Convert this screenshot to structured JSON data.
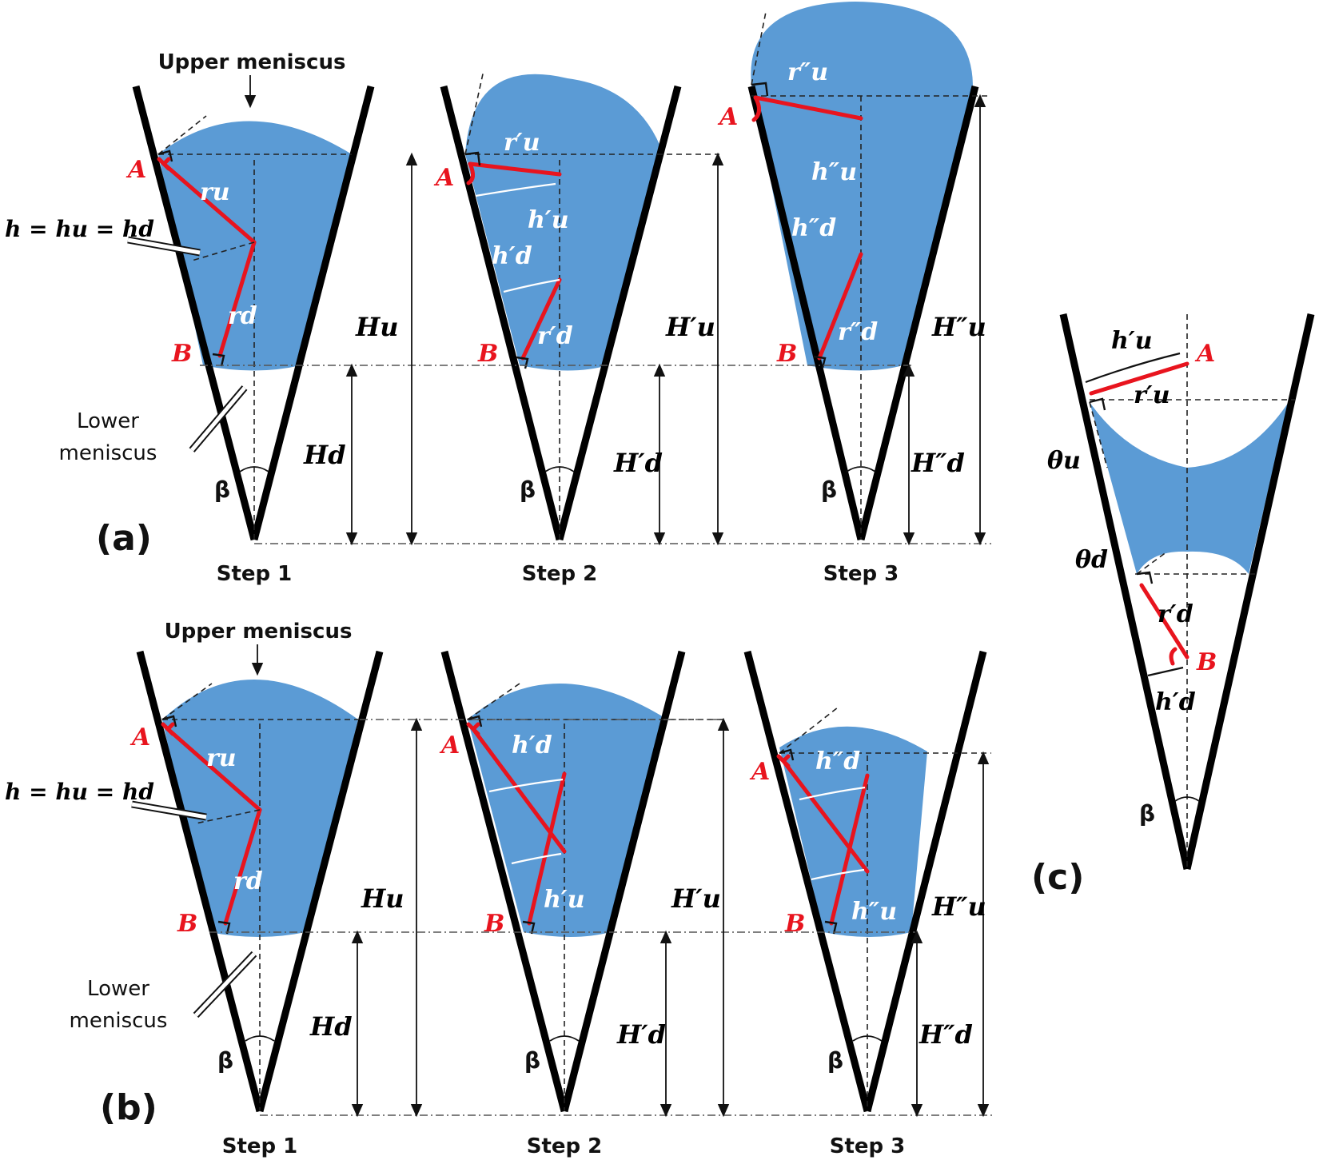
{
  "panels": {
    "a": {
      "label": "(a)"
    },
    "b": {
      "label": "(b)"
    },
    "c": {
      "label": "(c)"
    }
  },
  "steps": {
    "s1": "Step 1",
    "s2": "Step 2",
    "s3": "Step 3"
  },
  "annotations": {
    "upper_meniscus": "Upper meniscus",
    "lower_meniscus_line1": "Lower",
    "lower_meniscus_line2": "meniscus",
    "h_equation": "h = hu = hd",
    "beta": "β"
  },
  "points": {
    "A": "A",
    "B": "B"
  },
  "symbols": {
    "r_u": "ru",
    "r_d": "rd",
    "r_u1": "r′u",
    "r_d1": "r′d",
    "r_u2": "r″u",
    "r_d2": "r″d",
    "h_u1": "h′u",
    "h_d1": "h′d",
    "h_u2": "h″u",
    "h_d2": "h″d",
    "H_u": "Hu",
    "H_d": "Hd",
    "H_u1": "H′u",
    "H_d1": "H′d",
    "H_u2": "H″u",
    "H_d2": "H″d",
    "theta_u": "θu",
    "theta_d": "θd"
  },
  "colors": {
    "liquid": "#5b9bd5",
    "radius_line": "#e8141e",
    "wall": "#000000"
  }
}
